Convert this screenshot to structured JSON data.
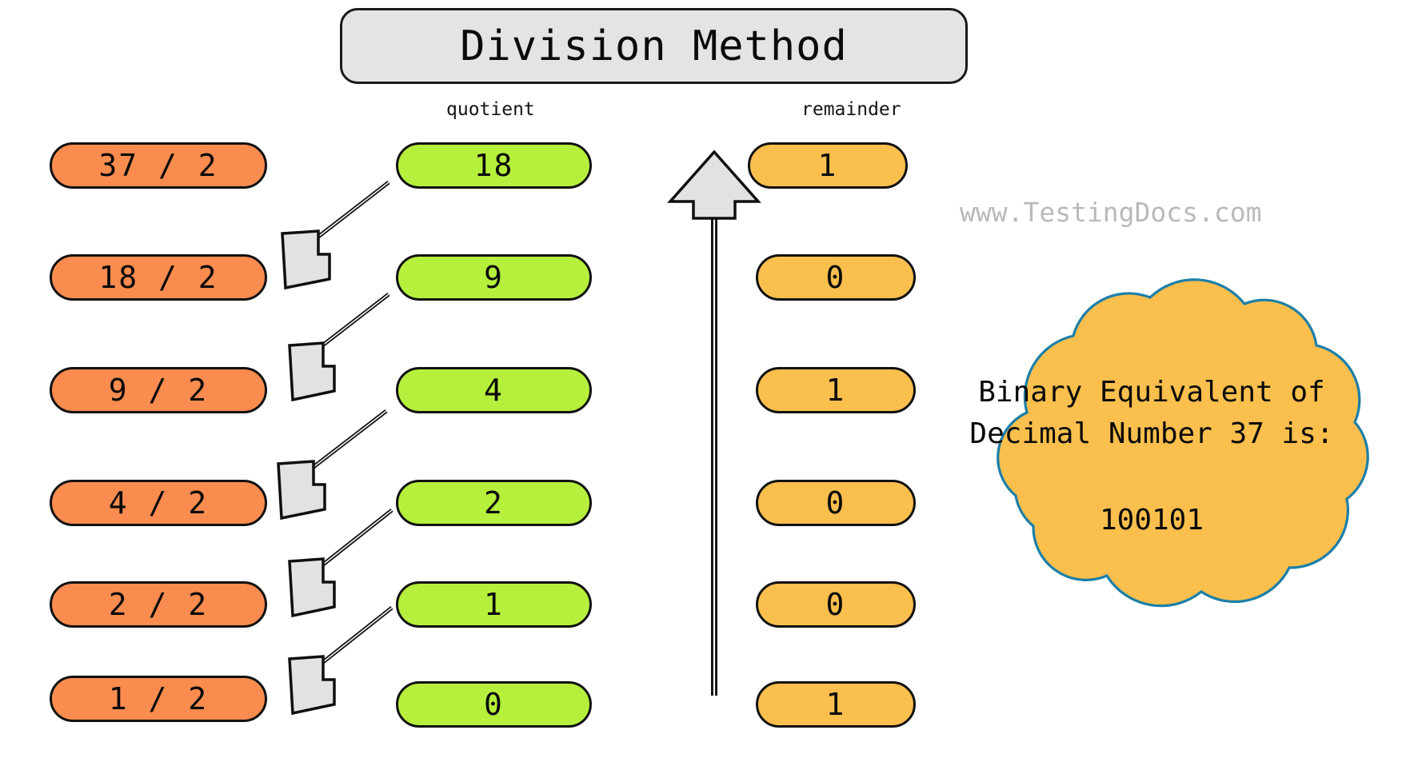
{
  "diagram": {
    "title": "Division Method",
    "watermark": "www.TestingDocs.com",
    "columns": {
      "quotient_label": "quotient",
      "remainder_label": "remainder"
    },
    "divisions": [
      {
        "expression": "37 / 2",
        "quotient": "18",
        "remainder": "1"
      },
      {
        "expression": "18 / 2",
        "quotient": "9",
        "remainder": "0"
      },
      {
        "expression": "9 / 2",
        "quotient": "4",
        "remainder": "1"
      },
      {
        "expression": "4 / 2",
        "quotient": "2",
        "remainder": "0"
      },
      {
        "expression": "2 / 2",
        "quotient": "1",
        "remainder": "0"
      },
      {
        "expression": "1 / 2",
        "quotient": "0",
        "remainder": "1"
      }
    ],
    "result_cloud": {
      "line1": "Binary Equivalent of",
      "line2": "Decimal Number 37 is:",
      "line3": "100101"
    },
    "read_direction_arrow": "remainders-read-bottom-to-top",
    "colors": {
      "division_box": "#fb8c4f",
      "quotient_box": "#b6f03c",
      "remainder_box": "#fbbf4d",
      "title_box": "#e4e4e4",
      "cloud_fill": "#fbbf4d",
      "cloud_stroke": "#1b7fa8",
      "arrow_fill": "#e2e2e2",
      "outline": "#111111",
      "watermark": "#b9b9b9"
    }
  }
}
